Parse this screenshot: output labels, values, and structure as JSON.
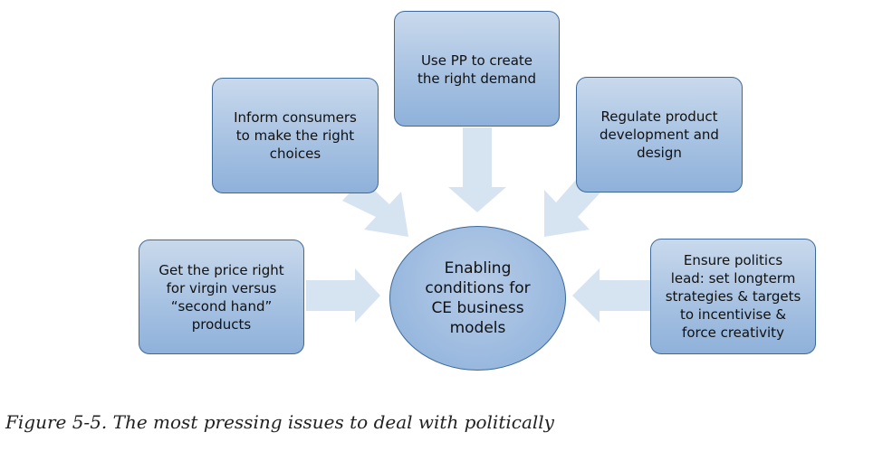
{
  "diagram": {
    "center": "Enabling\nconditions for\nCE business\nmodels",
    "boxes": {
      "top": "Use PP to create\nthe right demand",
      "upper_left": "Inform consumers\nto make the right\nchoices",
      "upper_right": "Regulate product\ndevelopment and\ndesign",
      "lower_left": "Get the price right\nfor virgin versus\n“second hand”\nproducts",
      "lower_right": "Ensure politics\nlead: set longterm\nstrategies & targets\nto incentivise &\nforce creativity"
    },
    "arrow_color": "#d6e3f1"
  },
  "caption": "Figure 5-5. The most pressing issues to deal with politically"
}
